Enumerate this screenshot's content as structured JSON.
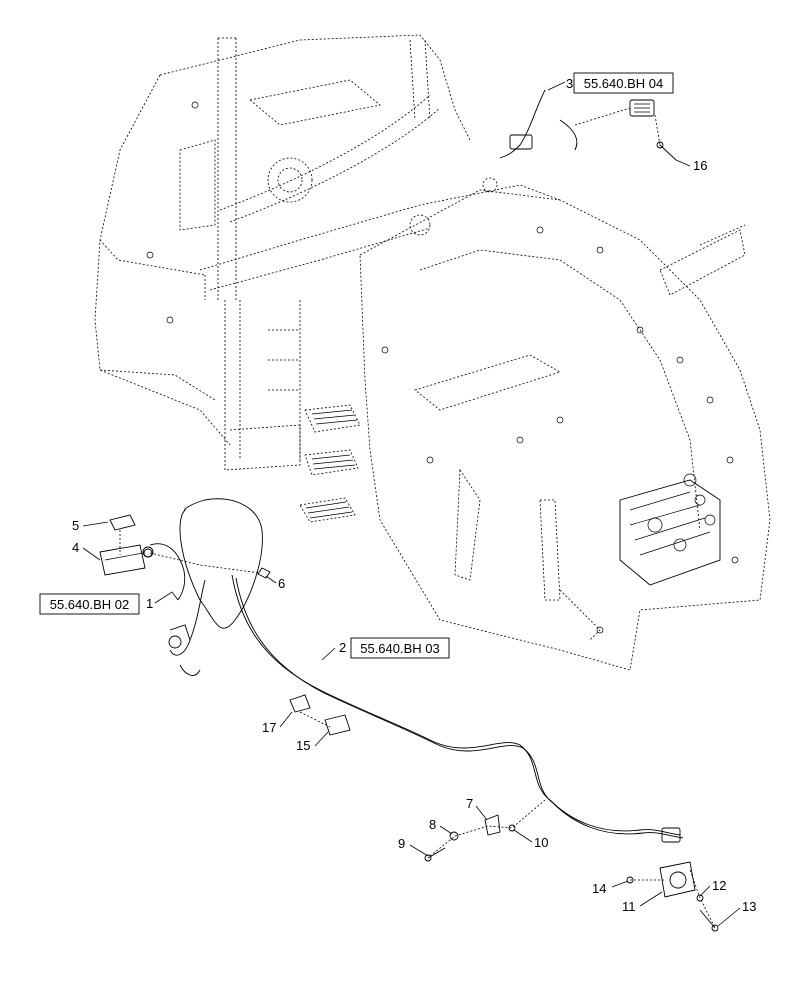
{
  "callouts": [
    {
      "id": "c1",
      "num": "1"
    },
    {
      "id": "c2",
      "num": "2"
    },
    {
      "id": "c3",
      "num": "3"
    },
    {
      "id": "c4",
      "num": "4"
    },
    {
      "id": "c5",
      "num": "5"
    },
    {
      "id": "c6",
      "num": "6"
    },
    {
      "id": "c7",
      "num": "7"
    },
    {
      "id": "c8",
      "num": "8"
    },
    {
      "id": "c9",
      "num": "9"
    },
    {
      "id": "c10",
      "num": "10"
    },
    {
      "id": "c11",
      "num": "11"
    },
    {
      "id": "c12",
      "num": "12"
    },
    {
      "id": "c13",
      "num": "13"
    },
    {
      "id": "c14",
      "num": "14"
    },
    {
      "id": "c15",
      "num": "15"
    },
    {
      "id": "c16",
      "num": "16"
    },
    {
      "id": "c17",
      "num": "17"
    }
  ],
  "references": {
    "ref_1": "55.640.BH 02",
    "ref_2": "55.640.BH 03",
    "ref_3": "55.640.BH 04"
  }
}
